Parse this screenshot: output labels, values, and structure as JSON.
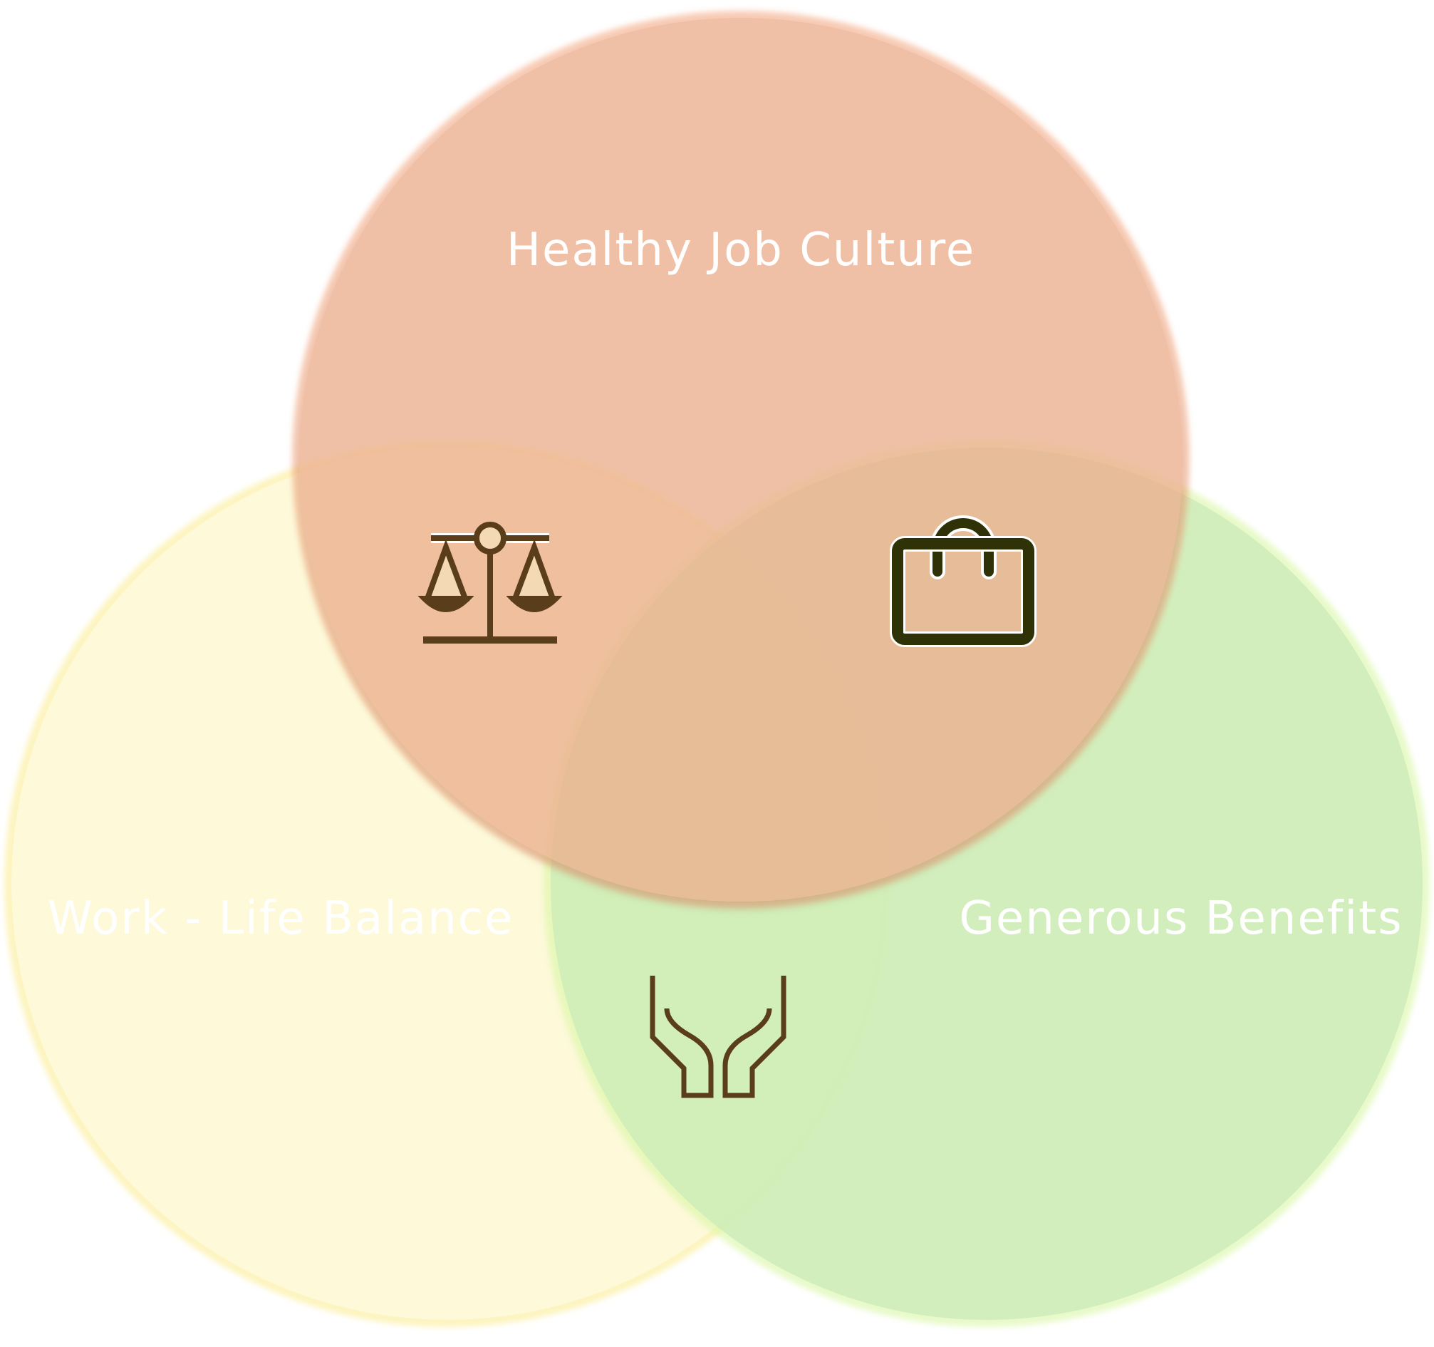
{
  "diagram": {
    "type": "venn",
    "circles": [
      {
        "id": "top",
        "label": "Healthy Job Culture",
        "fill": "#eec4a8",
        "edge": "#f4a37c"
      },
      {
        "id": "left",
        "label": "Work - Life Balance",
        "fill": "#fdf8d9",
        "edge": "#f6e98a"
      },
      {
        "id": "right",
        "label": "Generous Benefits",
        "fill": "#cbebb8",
        "edge": "#d6f5a3"
      }
    ],
    "icons": [
      {
        "name": "balance-scale-icon",
        "region": "top-left overlap",
        "color": "#5a3d1b"
      },
      {
        "name": "shopping-bag-icon",
        "region": "top-right overlap",
        "color": "#2e3206"
      },
      {
        "name": "open-hands-icon",
        "region": "left-right overlap",
        "color": "#5a3d1b"
      }
    ],
    "label_color": "#ffffff"
  }
}
